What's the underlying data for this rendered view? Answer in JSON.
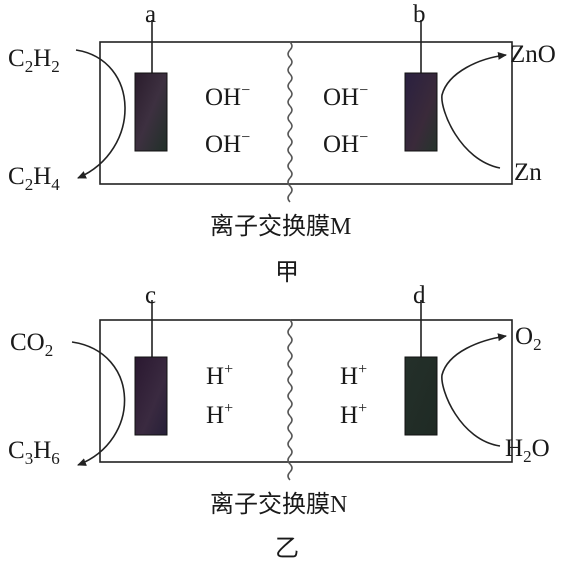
{
  "figure_jia": {
    "electrode_left_label": "a",
    "electrode_right_label": "b",
    "left_in": {
      "base": "C",
      "sub1": "2",
      "mid": "H",
      "sub2": "2"
    },
    "left_out": {
      "base": "C",
      "sub1": "2",
      "mid": "H",
      "sub2": "4"
    },
    "right_out": "ZnO",
    "right_in": "Zn",
    "ion": {
      "base": "OH",
      "charge": "−"
    },
    "membrane_label": "离子交换膜M",
    "caption": "甲"
  },
  "figure_yi": {
    "electrode_left_label": "c",
    "electrode_right_label": "d",
    "left_in": {
      "base": "CO",
      "sub": "2"
    },
    "left_out": {
      "base": "C",
      "sub1": "3",
      "mid": "H",
      "sub2": "6"
    },
    "right_out": {
      "base": "O",
      "sub": "2"
    },
    "right_in": {
      "base": "H",
      "sub": "2",
      "tail": "O"
    },
    "ion": {
      "base": "H",
      "charge": "+"
    },
    "membrane_label": "离子交换膜N",
    "caption": "乙"
  },
  "colors": {
    "electrode_a": "#3a2a3c",
    "electrode_b": "#2c2a3a",
    "electrode_c": "#2f2535",
    "electrode_d": "#243228",
    "line": "#222222"
  }
}
